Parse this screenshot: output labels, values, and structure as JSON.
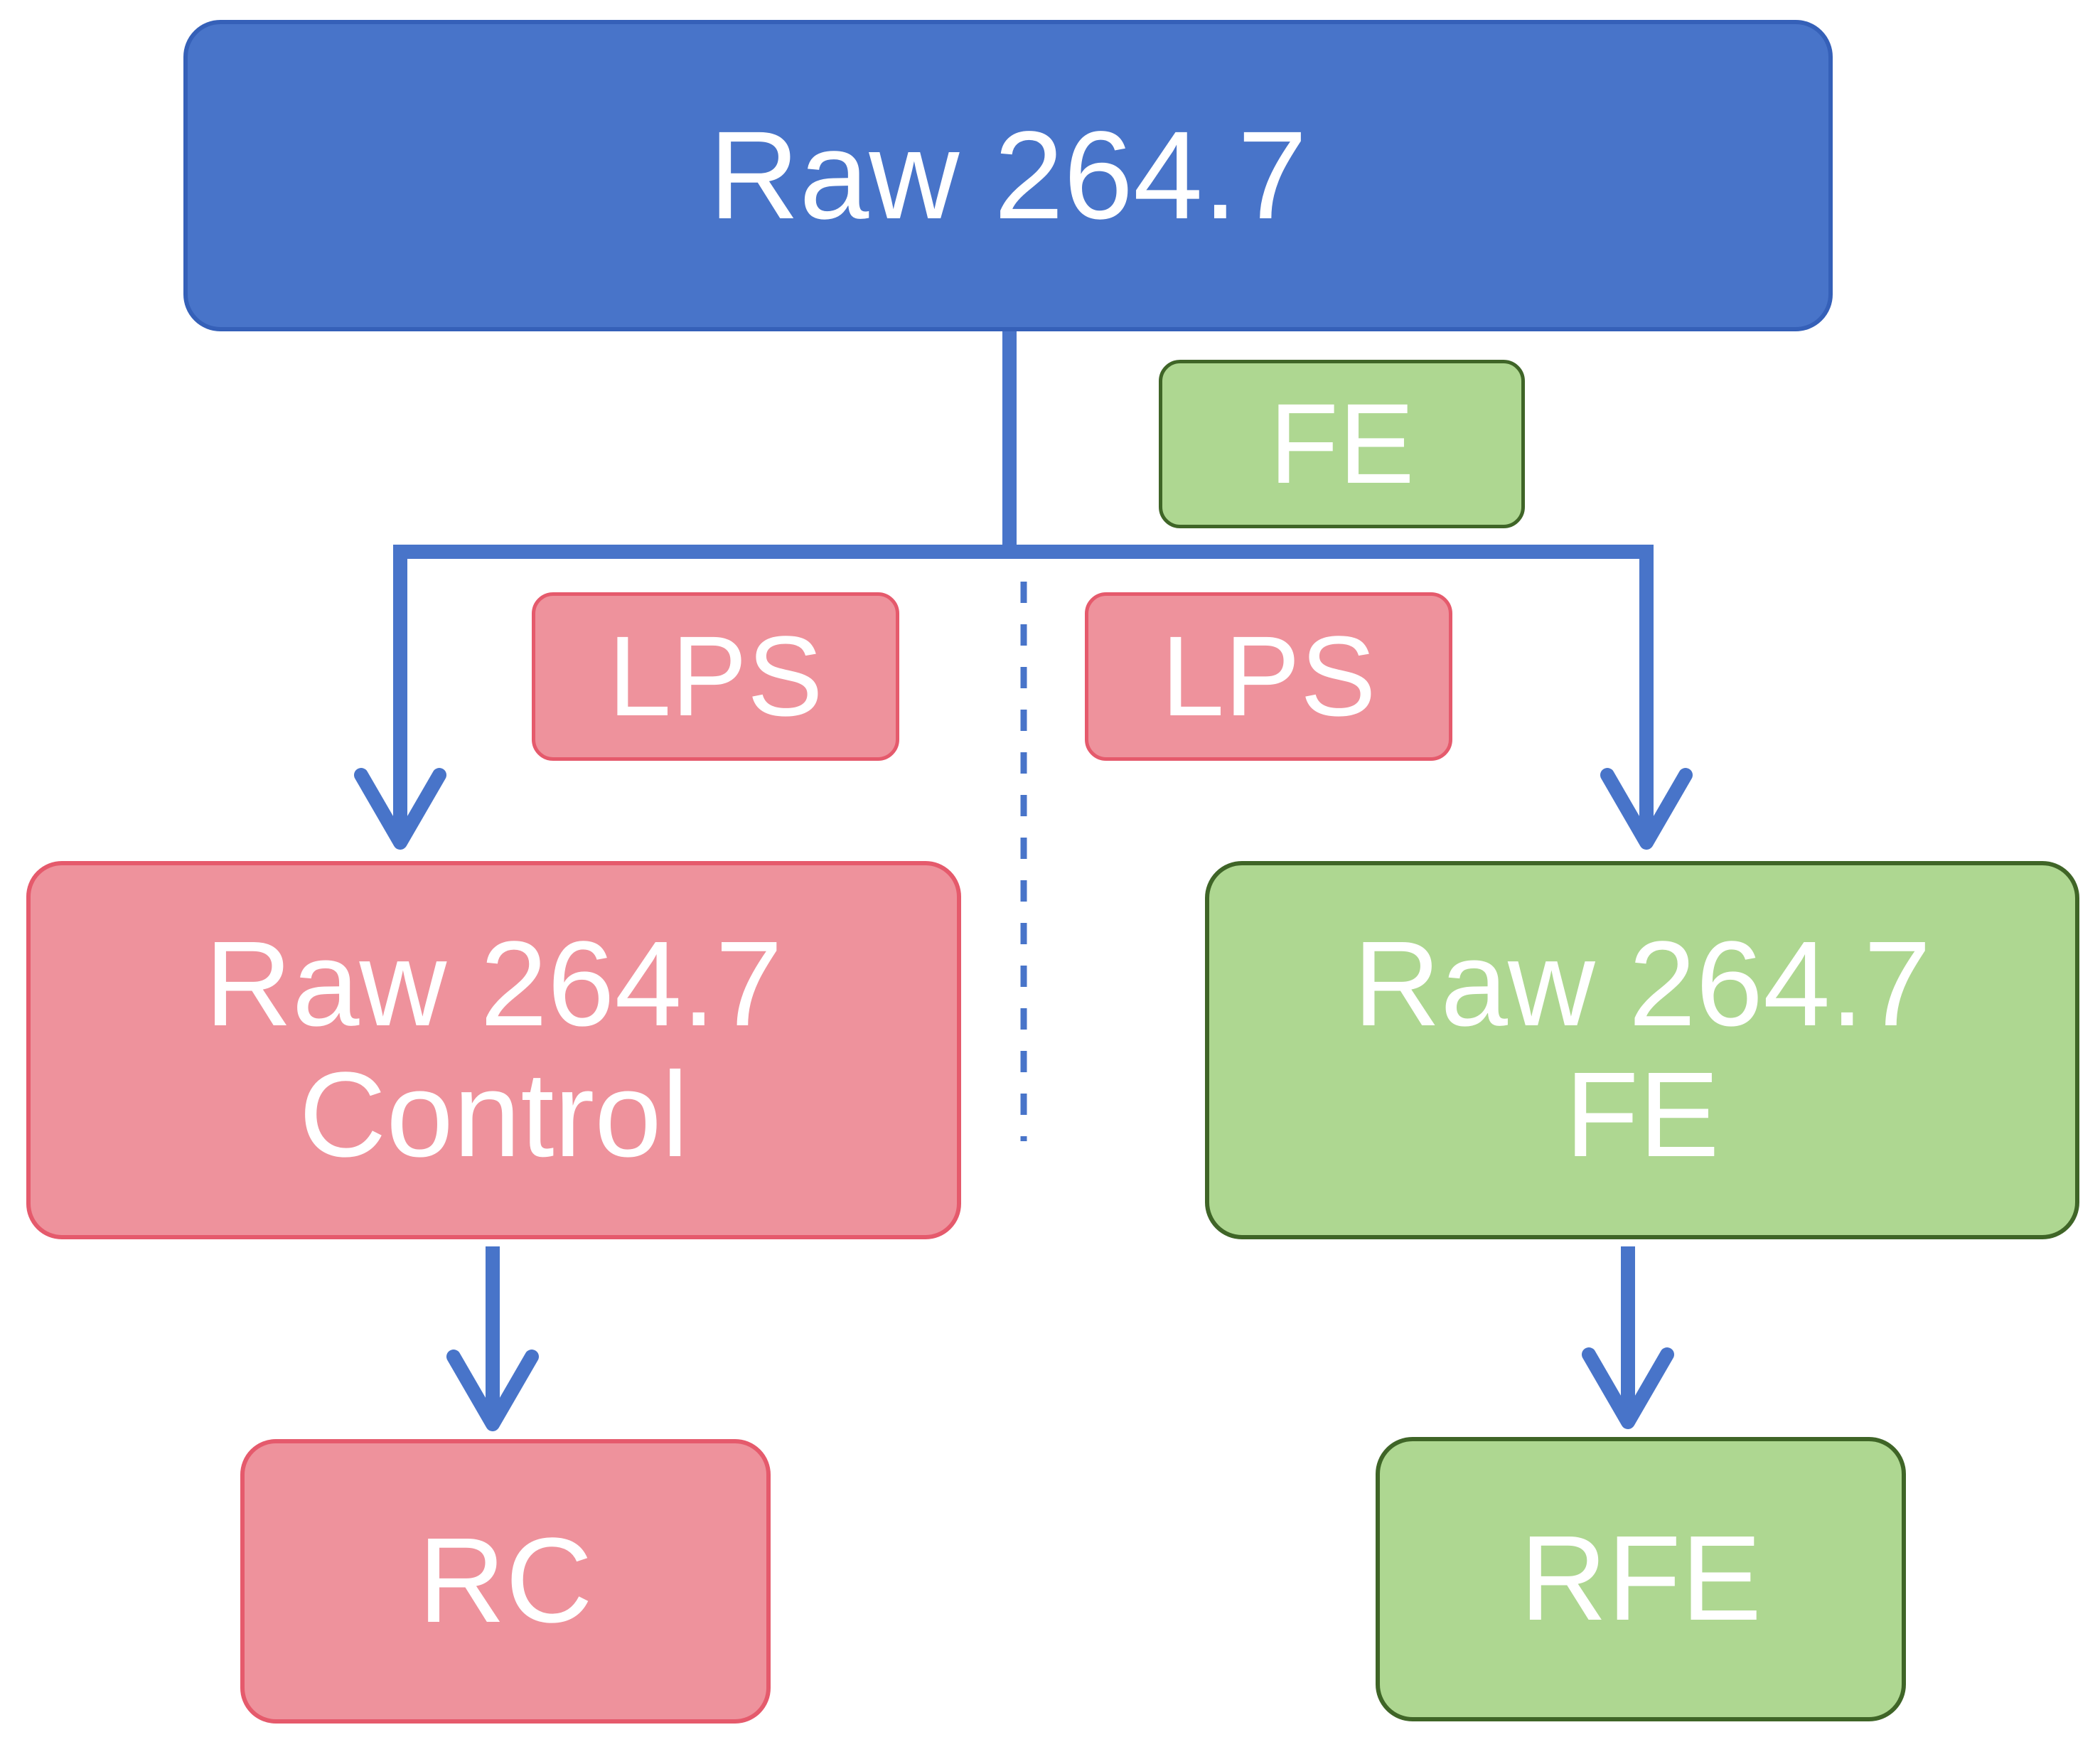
{
  "diagram": {
    "colors": {
      "connector": "#4874c9",
      "root_fill": "#4874c9",
      "lps_fill": "#ee929c",
      "lps_border": "#e55a6c",
      "fe_fill": "#aed791",
      "fe_border": "#3f6527",
      "text": "#ffffff"
    },
    "root": {
      "label": "Raw 264.7"
    },
    "treatment_fe": {
      "label": "FE"
    },
    "lps_left": {
      "label": "LPS"
    },
    "lps_right": {
      "label": "LPS"
    },
    "control_group": {
      "line1": "Raw 264.7",
      "line2": "Control"
    },
    "fe_group": {
      "line1": "Raw 264.7",
      "line2": "FE"
    },
    "result_rc": {
      "label": "RC"
    },
    "result_rfe": {
      "label": "RFE"
    }
  }
}
